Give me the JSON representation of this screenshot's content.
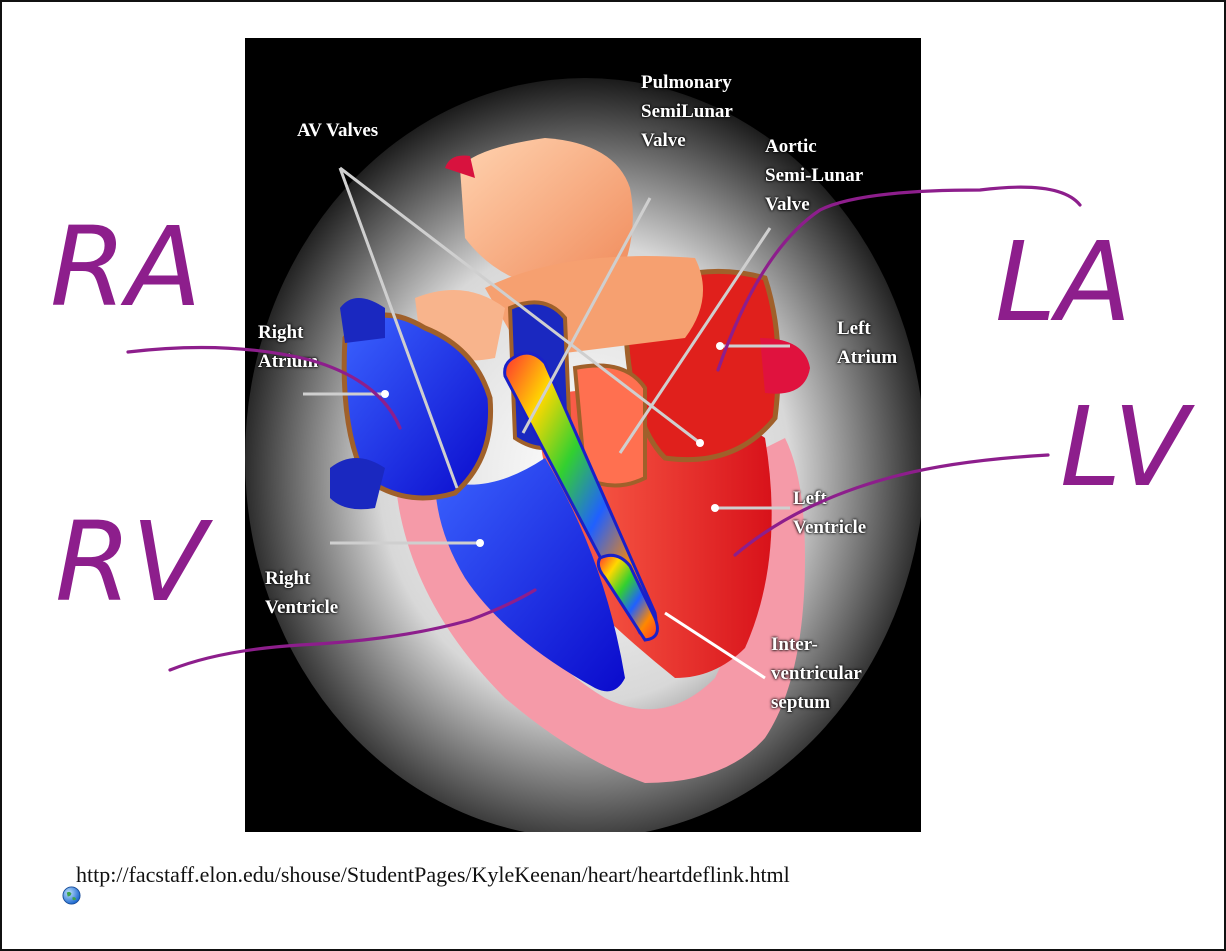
{
  "diagram": {
    "labels": {
      "av_valves": "AV Valves",
      "pulmonary_valve": "Pulmonary\nSemiLunar\nValve",
      "aortic_valve": "Aortic\nSemi-Lunar\nValve",
      "right_atrium": "Right\nAtrium",
      "left_atrium": "Left\nAtrium",
      "left_ventricle": "Left\nVentricle",
      "right_ventricle": "Right\nVentricle",
      "septum": "Inter-\nventricular\nseptum"
    }
  },
  "annotations": {
    "ra": "RA",
    "la": "LA",
    "lv": "LV",
    "rv": "RV",
    "ink_color": "#8d1e8c"
  },
  "source": {
    "url": "http://facstaff.elon.edu/shouse/StudentPages/KyleKeenan/heart/heartdeflink.html",
    "icon": "globe-icon"
  }
}
